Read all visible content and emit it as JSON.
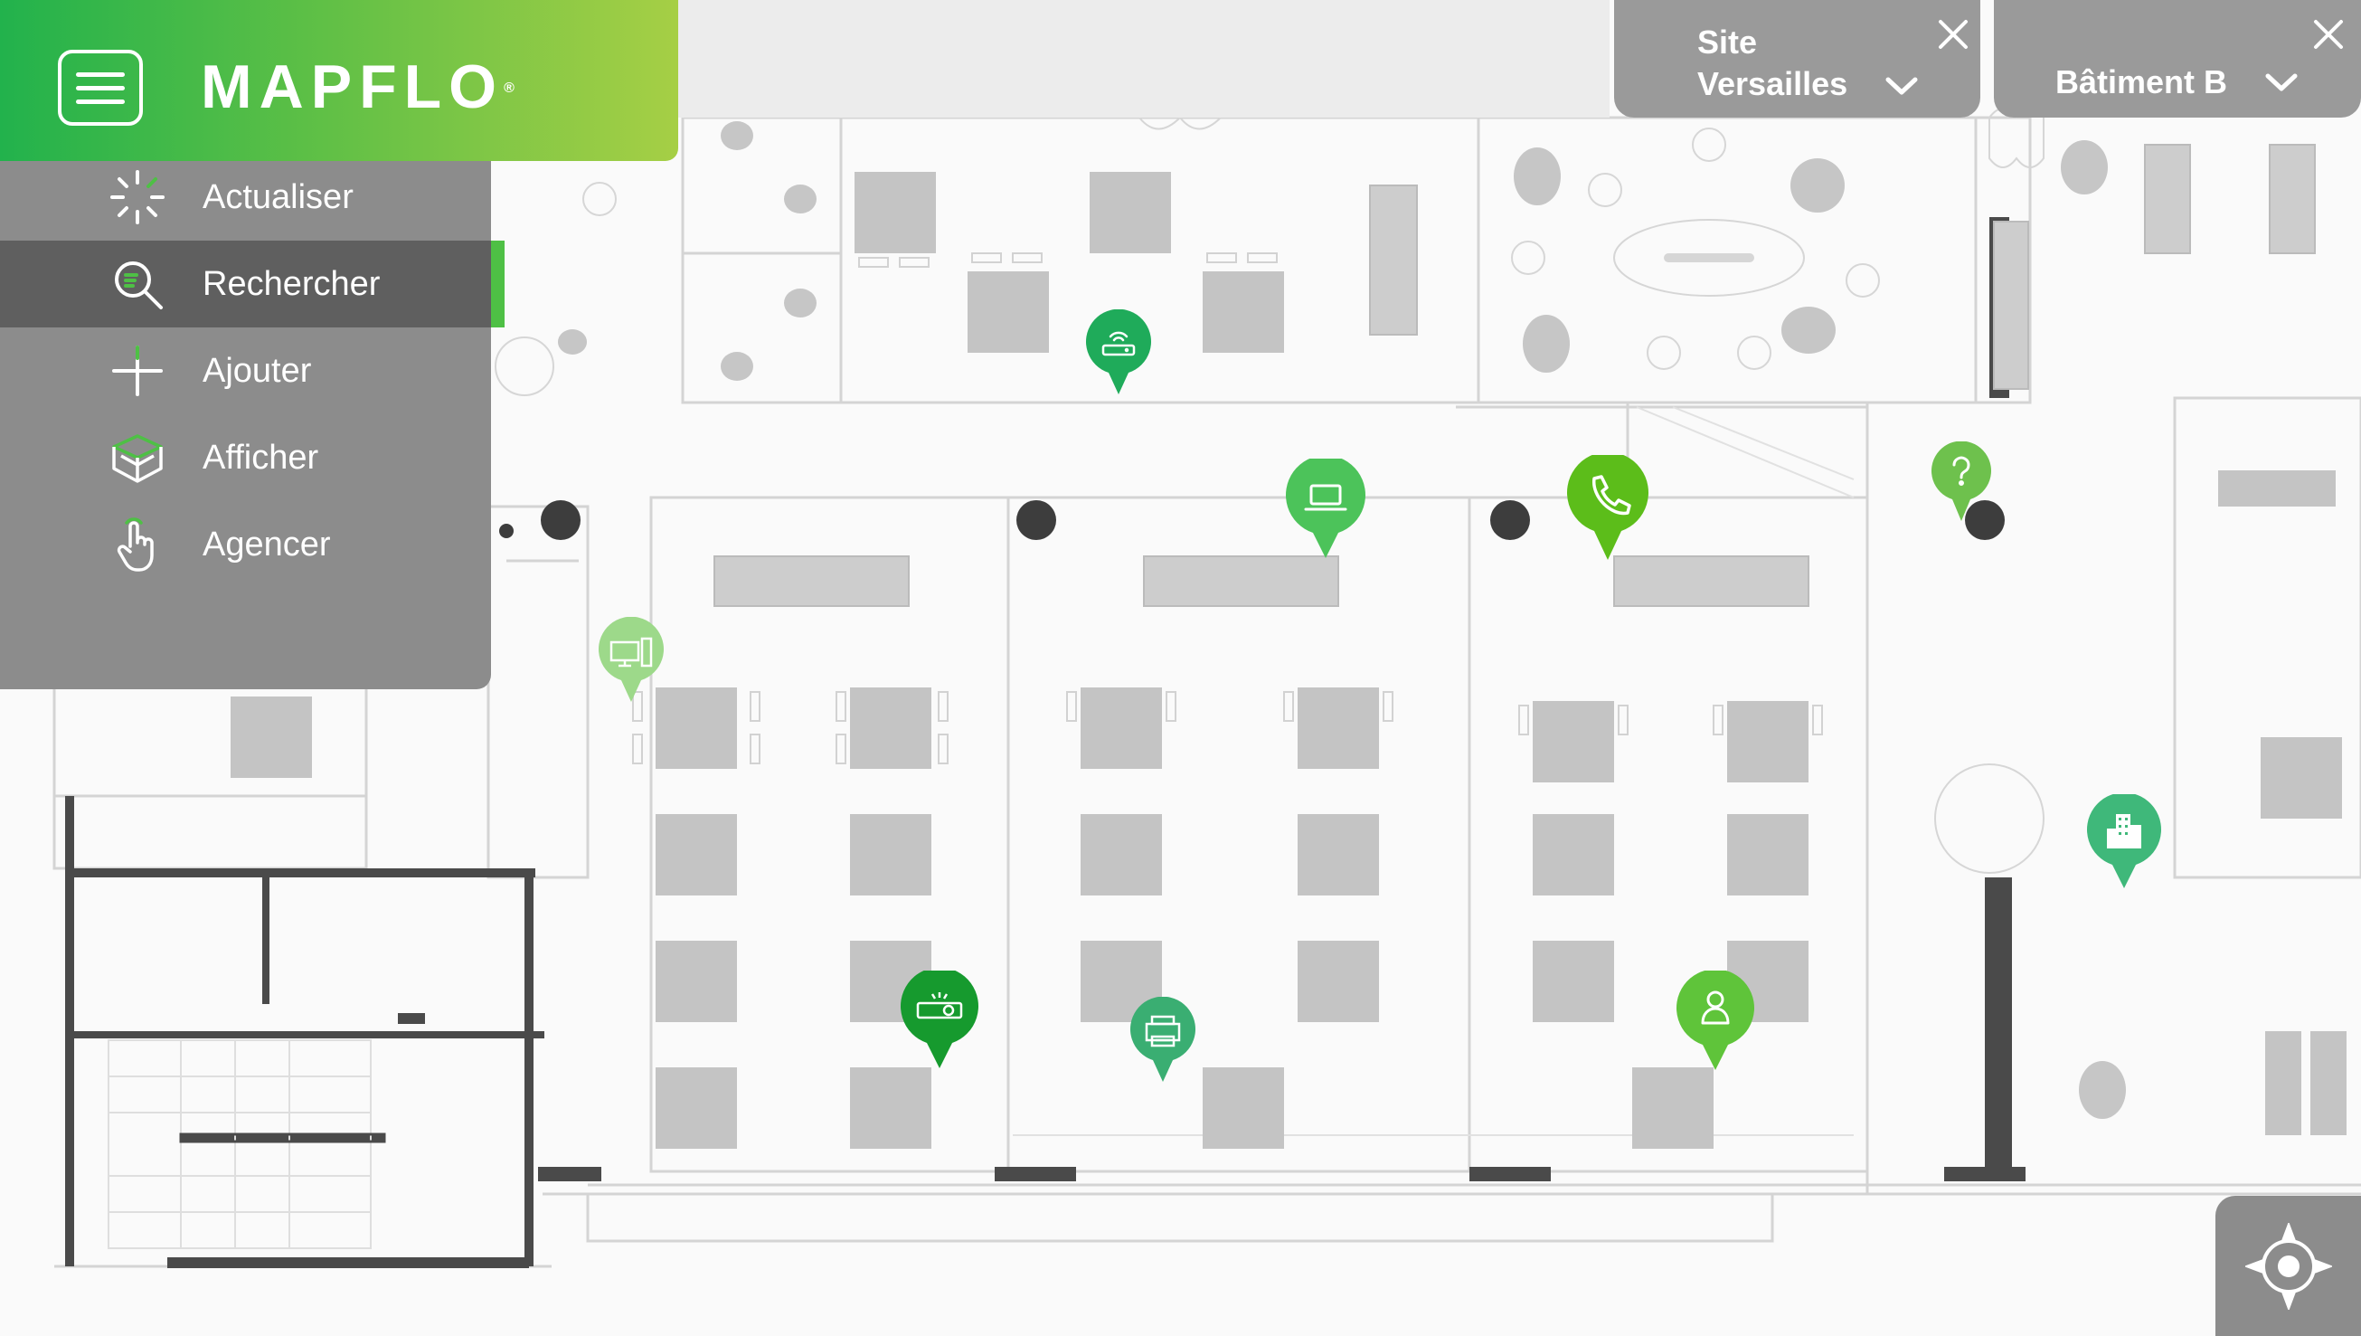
{
  "app": {
    "logo_text": "MAPFLO",
    "logo_mark": "®"
  },
  "menu": {
    "items": [
      {
        "label": "Actualiser",
        "icon": "refresh-icon",
        "active": false
      },
      {
        "label": "Rechercher",
        "icon": "search-icon",
        "active": true
      },
      {
        "label": "Ajouter",
        "icon": "plus-icon",
        "active": false
      },
      {
        "label": "Afficher",
        "icon": "layers-cube-icon",
        "active": false
      },
      {
        "label": "Agencer",
        "icon": "hand-pointer-icon",
        "active": false
      }
    ]
  },
  "filters": {
    "site": {
      "line1": "Site",
      "line2": "Versailles"
    },
    "building": {
      "label": "Bâtiment B"
    }
  },
  "map_pins": [
    {
      "name": "wifi-router-pin",
      "icon": "router-icon",
      "color": "#1fab5a"
    },
    {
      "name": "laptop-pin",
      "icon": "laptop-icon",
      "color": "#4cc35a"
    },
    {
      "name": "phone-pin",
      "icon": "phone-icon",
      "color": "#5cbd1a"
    },
    {
      "name": "help-pin",
      "icon": "question-icon",
      "color": "#6ec14d"
    },
    {
      "name": "workstation-pin",
      "icon": "desktop-computer-icon",
      "color": "#9dd98a"
    },
    {
      "name": "building-pin",
      "icon": "building-icon",
      "color": "#3fb87a"
    },
    {
      "name": "projector-pin",
      "icon": "projector-icon",
      "color": "#169a2e"
    },
    {
      "name": "printer-pin",
      "icon": "printer-icon",
      "color": "#3aae72"
    },
    {
      "name": "person-pin",
      "icon": "person-icon",
      "color": "#5fc43a"
    }
  ],
  "colors": {
    "brand_start": "#22b24c",
    "brand_end": "#a6cf45",
    "menu_bg": "#8c8c8c",
    "menu_active": "#5f5f5f",
    "menu_accent": "#4ec045"
  }
}
